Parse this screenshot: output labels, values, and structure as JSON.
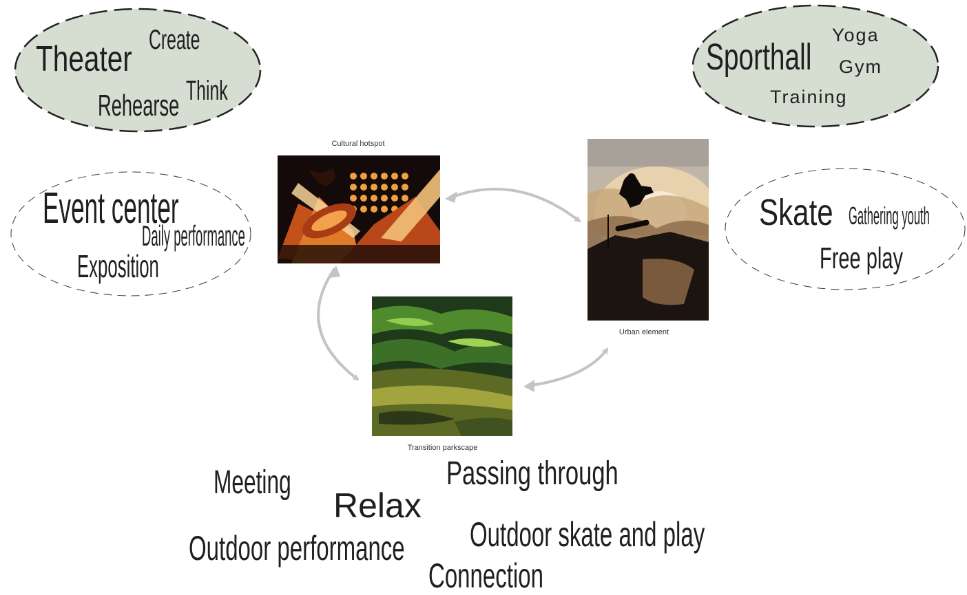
{
  "colors": {
    "ellipse_fill": "#d6ddd1",
    "ellipse_stroke": "#222222",
    "arrow": "#c4c4c4",
    "text": "#1f1f1f"
  },
  "bubbles": {
    "theater": {
      "main": "Theater",
      "words": [
        "Create",
        "Think",
        "Rehearse"
      ]
    },
    "sporthall": {
      "main": "Sporthall",
      "words": [
        "Yoga",
        "Gym",
        "Training"
      ]
    },
    "event": {
      "main": "Event center",
      "words": [
        "Daily performance",
        "Exposition"
      ]
    },
    "skate": {
      "main": "Skate",
      "words": [
        "Gathering youth",
        "Free play"
      ]
    }
  },
  "images": {
    "cultural": {
      "caption": "Cultural hotspot",
      "icon": "concert-stage-photo"
    },
    "urban": {
      "caption": "Urban element",
      "icon": "skateboarder-silhouette-photo"
    },
    "park": {
      "caption": "Transition parkscape",
      "icon": "green-landscape-photo"
    }
  },
  "activities": {
    "meeting": "Meeting",
    "relax": "Relax",
    "passing": "Passing through",
    "outdoor_performance": "Outdoor performance",
    "outdoor_skate": "Outdoor skate and play",
    "connection": "Connection"
  }
}
